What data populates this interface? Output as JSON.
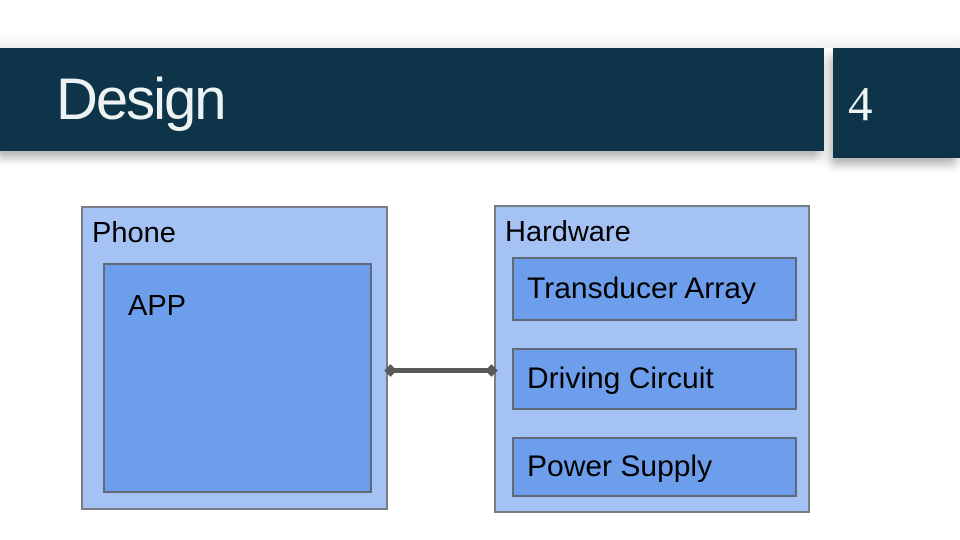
{
  "slide": {
    "title": "Design",
    "page_number": "4"
  },
  "diagram": {
    "phone": {
      "label": "Phone",
      "children": [
        {
          "label": "APP"
        }
      ]
    },
    "hardware": {
      "label": "Hardware",
      "children": [
        {
          "label": "Transducer Array"
        },
        {
          "label": "Driving Circuit"
        },
        {
          "label": "Power Supply"
        }
      ]
    },
    "connector": {
      "from": "Phone",
      "to": "Hardware",
      "style": "line-with-diamond-endpoints"
    }
  },
  "icons": {
    "connector_endpoint": "diamond"
  },
  "colors": {
    "header_bg": "#0e3449",
    "header_text": "#edf3f3",
    "group_fill": "#a4c2f4",
    "inner_fill": "#6d9eeb",
    "box_border": "#797d85",
    "label_text": "#000000",
    "connector": "#595959",
    "background": "#ffffff"
  }
}
